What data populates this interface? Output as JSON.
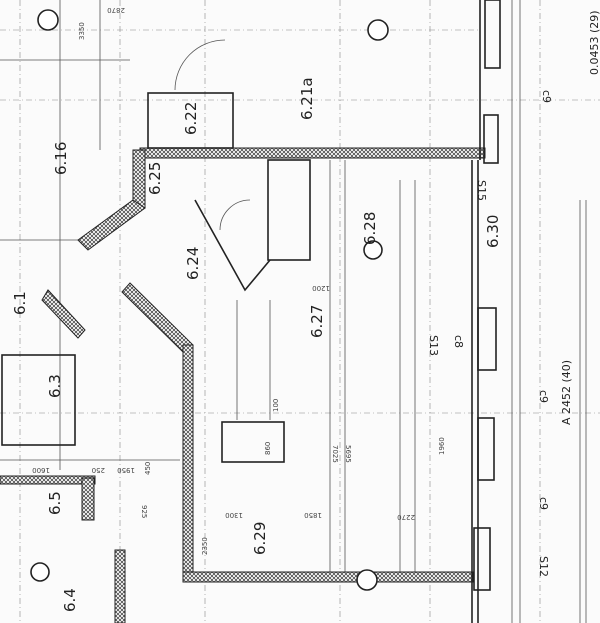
{
  "rooms": {
    "r616": "6.16",
    "r622": "6.22",
    "r621a": "6.21a",
    "r625": "6.25",
    "r624": "6.24",
    "r628": "6.28",
    "r630": "6.30",
    "r627": "6.27",
    "r629": "6.29",
    "r63": "6.3",
    "r65": "6.5",
    "r64": "6.4",
    "r61": "6.1"
  },
  "annotations": {
    "area_right": "A 2452 (40)",
    "area_top": "0.0453 (29)"
  },
  "dimensions": [
    "1960",
    "7025",
    "5695",
    "2270",
    "1850",
    "1300",
    "2350",
    "1200",
    "860",
    "100",
    "3350",
    "2870",
    "1950",
    "925",
    "250",
    "1600",
    "450"
  ],
  "axis_marks": [
    "S15",
    "S13",
    "S12",
    "c9",
    "c8",
    "c9",
    "c9"
  ],
  "colors": {
    "ink": "#222222",
    "paper": "#fbfbfb"
  }
}
